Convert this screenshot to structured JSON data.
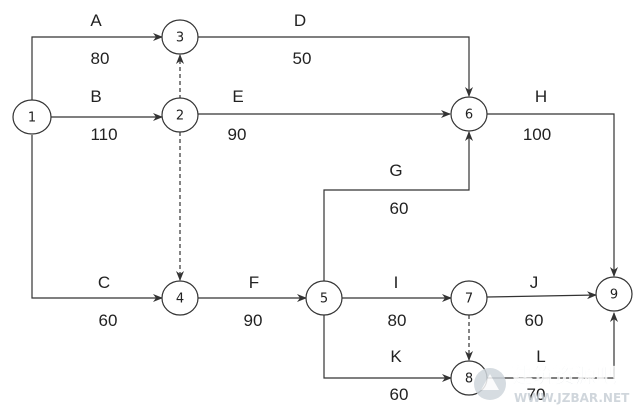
{
  "nodes": [
    {
      "id": "1",
      "label": "1"
    },
    {
      "id": "2",
      "label": "2"
    },
    {
      "id": "3",
      "label": "3"
    },
    {
      "id": "4",
      "label": "4"
    },
    {
      "id": "5",
      "label": "5"
    },
    {
      "id": "6",
      "label": "6"
    },
    {
      "id": "7",
      "label": "7"
    },
    {
      "id": "8",
      "label": "8"
    },
    {
      "id": "9",
      "label": "9"
    }
  ],
  "activities": [
    {
      "id": "A",
      "name": "A",
      "duration": "80",
      "from": "1",
      "to": "3"
    },
    {
      "id": "B",
      "name": "B",
      "duration": "110",
      "from": "1",
      "to": "2"
    },
    {
      "id": "C",
      "name": "C",
      "duration": "60",
      "from": "1",
      "to": "4"
    },
    {
      "id": "D",
      "name": "D",
      "duration": "50",
      "from": "3",
      "to": "6"
    },
    {
      "id": "E",
      "name": "E",
      "duration": "90",
      "from": "2",
      "to": "6"
    },
    {
      "id": "F",
      "name": "F",
      "duration": "90",
      "from": "4",
      "to": "5"
    },
    {
      "id": "G",
      "name": "G",
      "duration": "60",
      "from": "5",
      "to": "6"
    },
    {
      "id": "H",
      "name": "H",
      "duration": "100",
      "from": "6",
      "to": "9"
    },
    {
      "id": "I",
      "name": "I",
      "duration": "80",
      "from": "5",
      "to": "7"
    },
    {
      "id": "J",
      "name": "J",
      "duration": "60",
      "from": "7",
      "to": "9"
    },
    {
      "id": "K",
      "name": "K",
      "duration": "60",
      "from": "5",
      "to": "8"
    },
    {
      "id": "L",
      "name": "L",
      "duration": "70",
      "from": "8",
      "to": "9"
    }
  ],
  "dummies": [
    {
      "from": "2",
      "to": "3"
    },
    {
      "from": "2",
      "to": "4"
    },
    {
      "from": "7",
      "to": "8"
    }
  ],
  "watermark": {
    "title": "建筑资源吧",
    "url": "WWW.JZBAR.NET"
  }
}
